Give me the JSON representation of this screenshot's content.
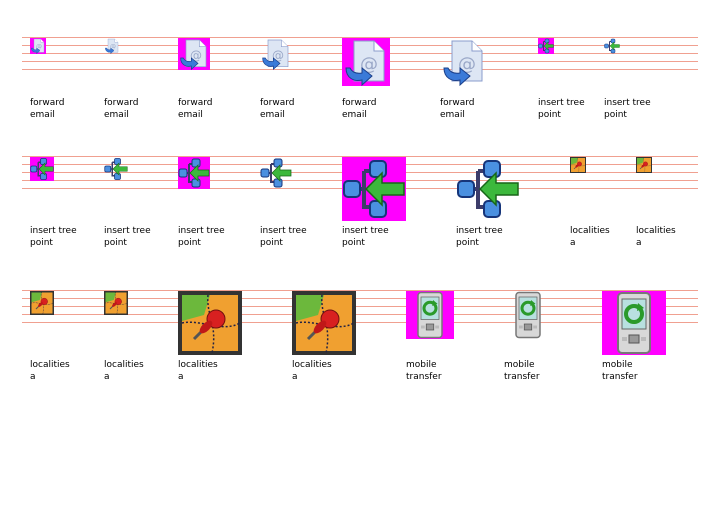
{
  "colors": {
    "rule": "#f0a090",
    "magenta": "#ff00ff"
  },
  "rows": [
    {
      "items": [
        {
          "icon": "forward-email-icon",
          "kind": "email",
          "size": 16,
          "magenta": true,
          "label": [
            "forward",
            "email"
          ]
        },
        {
          "icon": "forward-email-icon",
          "kind": "email",
          "size": 16,
          "magenta": false,
          "label": [
            "forward",
            "email"
          ]
        },
        {
          "icon": "forward-email-icon",
          "kind": "email",
          "size": 32,
          "magenta": true,
          "label": [
            "forward",
            "email"
          ]
        },
        {
          "icon": "forward-email-icon",
          "kind": "email",
          "size": 32,
          "magenta": false,
          "label": [
            "forward",
            "email"
          ]
        },
        {
          "icon": "forward-email-icon",
          "kind": "email",
          "size": 48,
          "magenta": true,
          "label": [
            "forward",
            "email"
          ]
        },
        {
          "icon": "forward-email-icon",
          "kind": "email",
          "size": 48,
          "magenta": false,
          "label": [
            "forward",
            "email"
          ]
        },
        {
          "icon": "insert-tree-point-icon",
          "kind": "tree",
          "size": 16,
          "magenta": true,
          "label": [
            "insert tree",
            "point"
          ]
        },
        {
          "icon": "insert-tree-point-icon",
          "kind": "tree",
          "size": 16,
          "magenta": false,
          "label": [
            "insert tree",
            "point"
          ]
        }
      ]
    },
    {
      "items": [
        {
          "icon": "insert-tree-point-icon",
          "kind": "tree",
          "size": 24,
          "magenta": true,
          "label": [
            "insert tree",
            "point"
          ]
        },
        {
          "icon": "insert-tree-point-icon",
          "kind": "tree",
          "size": 24,
          "magenta": false,
          "label": [
            "insert tree",
            "point"
          ]
        },
        {
          "icon": "insert-tree-point-icon",
          "kind": "tree",
          "size": 32,
          "magenta": true,
          "label": [
            "insert tree",
            "point"
          ]
        },
        {
          "icon": "insert-tree-point-icon",
          "kind": "tree",
          "size": 32,
          "magenta": false,
          "label": [
            "insert tree",
            "point"
          ]
        },
        {
          "icon": "insert-tree-point-icon",
          "kind": "tree",
          "size": 64,
          "magenta": true,
          "label": [
            "insert tree",
            "point"
          ]
        },
        {
          "icon": "insert-tree-point-icon",
          "kind": "tree",
          "size": 64,
          "magenta": false,
          "label": [
            "insert tree",
            "point"
          ]
        },
        {
          "icon": "localities-icon",
          "kind": "loc",
          "size": 16,
          "magenta": true,
          "label": [
            "localities",
            "a"
          ]
        },
        {
          "icon": "localities-icon",
          "kind": "loc",
          "size": 16,
          "magenta": false,
          "label": [
            "localities",
            "a"
          ]
        }
      ]
    },
    {
      "items": [
        {
          "icon": "localities-icon",
          "kind": "loc",
          "size": 24,
          "magenta": true,
          "label": [
            "localities",
            "a"
          ]
        },
        {
          "icon": "localities-icon",
          "kind": "loc",
          "size": 24,
          "magenta": false,
          "label": [
            "localities",
            "a"
          ]
        },
        {
          "icon": "localities-icon",
          "kind": "loc",
          "size": 64,
          "magenta": true,
          "label": [
            "localities",
            "a"
          ]
        },
        {
          "icon": "localities-icon",
          "kind": "loc",
          "size": 64,
          "magenta": false,
          "label": [
            "localities",
            "a"
          ]
        },
        {
          "icon": "mobile-transfer-icon",
          "kind": "mobile",
          "size": 48,
          "magenta": true,
          "label": [
            "mobile",
            "transfer"
          ]
        },
        {
          "icon": "mobile-transfer-icon",
          "kind": "mobile",
          "size": 48,
          "magenta": false,
          "label": [
            "mobile",
            "transfer"
          ]
        },
        {
          "icon": "mobile-transfer-icon",
          "kind": "mobile",
          "size": 64,
          "magenta": true,
          "label": [
            "mobile",
            "transfer"
          ]
        }
      ]
    }
  ]
}
